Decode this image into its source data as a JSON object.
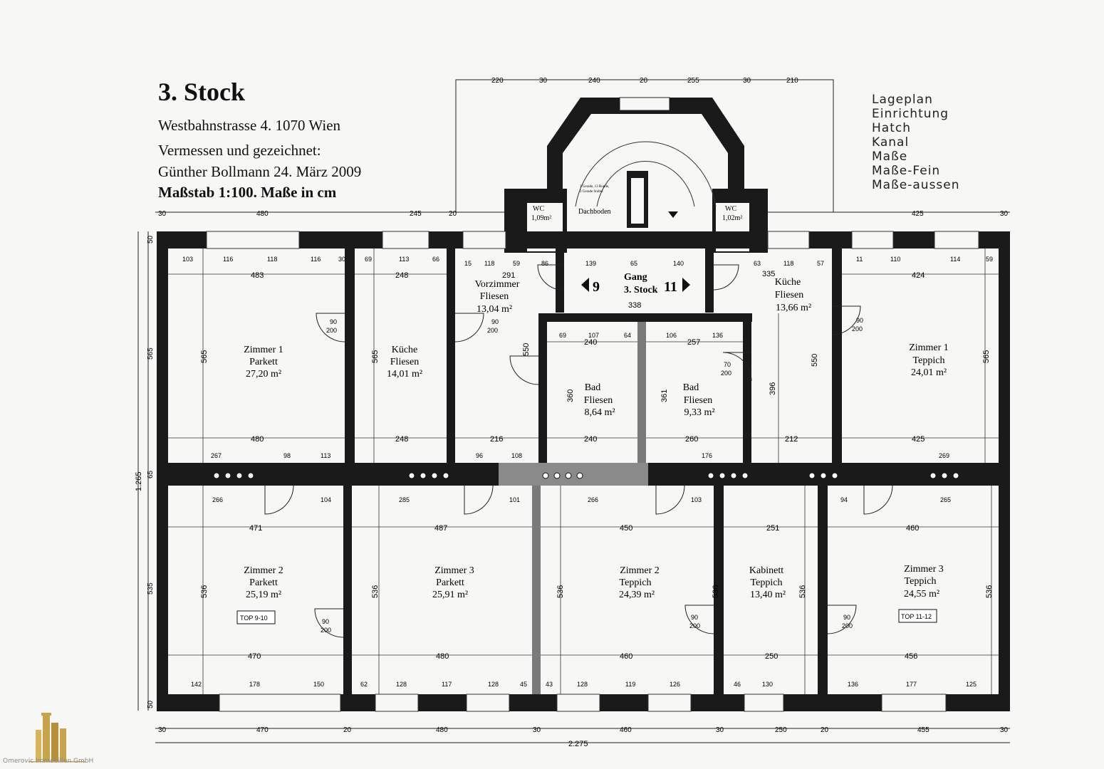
{
  "header": {
    "title": "3. Stock",
    "address": "Westbahnstrasse 4.  1070 Wien",
    "measured_label": "Vermessen und gezeichnet:",
    "author_date": "Günther Bollmann  24. März 2009",
    "scale": "Maßstab  1:100.  Maße in cm"
  },
  "layers": [
    "Lageplan",
    "Einrichtung",
    "Hatch",
    "Kanal",
    "Maße",
    "Maße-Fein",
    "Maße-aussen"
  ],
  "company": "Omerovic Immobilien GmbH",
  "rooms": [
    {
      "name": "Zimmer 1",
      "floor": "Parkett",
      "area": "27,20 m²"
    },
    {
      "name": "Küche",
      "floor": "Fliesen",
      "area": "14,01 m²"
    },
    {
      "name": "Vorzimmer",
      "floor": "Fliesen",
      "area": "13,04 m²"
    },
    {
      "name": "Bad",
      "floor": "Fliesen",
      "area": "8,64 m²"
    },
    {
      "name": "Bad",
      "floor": "Fliesen",
      "area": "9,33 m²"
    },
    {
      "name": "Küche",
      "floor": "Fliesen",
      "area": "13,66 m²"
    },
    {
      "name": "Zimmer 1",
      "floor": "Teppich",
      "area": "24,01 m²"
    },
    {
      "name": "Zimmer 2",
      "floor": "Parkett",
      "area": "25,19 m²"
    },
    {
      "name": "Zimmer 3",
      "floor": "Parkett",
      "area": "25,91 m²"
    },
    {
      "name": "Zimmer 2",
      "floor": "Teppich",
      "area": "24,39 m²"
    },
    {
      "name": "Kabinett",
      "floor": "Teppich",
      "area": "13,40 m²"
    },
    {
      "name": "Zimmer 3",
      "floor": "Teppich",
      "area": "24,55 m²"
    }
  ],
  "small_rooms": [
    {
      "name": "WC",
      "area": "1,09m²"
    },
    {
      "name": "WC",
      "area": "1,02m²"
    },
    {
      "name": "Dachboden",
      "area": ""
    }
  ],
  "stair_note": [
    "3 Gerade, 13 Runde,",
    "3 Gerade Stufen"
  ],
  "corridor": {
    "line1": "Gang",
    "line2": "3. Stock",
    "left_number": "9",
    "right_number": "11",
    "width": "338"
  },
  "tops": [
    "TOP 9-10",
    "TOP 11-12"
  ],
  "dims": {
    "top_ext": [
      "30",
      "480",
      "245",
      "20",
      "425",
      "30"
    ],
    "top_stair": [
      "220",
      "30",
      "240",
      "20",
      "255",
      "30",
      "210"
    ],
    "bottom_ext": [
      "30",
      "470",
      "20",
      "480",
      "30",
      "460",
      "30",
      "250",
      "20",
      "455",
      "30"
    ],
    "total_width": "2.275",
    "total_height": "1.265",
    "left_ext": [
      "50",
      "565",
      "65",
      "535",
      "50"
    ],
    "upper_room_widths": [
      "483",
      "248",
      "291",
      "240",
      "257",
      "335",
      "424"
    ],
    "lower_room_widths": [
      "471",
      "487",
      "450",
      "251",
      "460"
    ],
    "upper_room_bottom": [
      "480",
      "248",
      "216",
      "240",
      "260",
      "212",
      "425"
    ],
    "lower_room_bottom": [
      "470",
      "480",
      "460",
      "250",
      "456"
    ],
    "heights": [
      "565",
      "565",
      "550",
      "360",
      "361",
      "396",
      "550",
      "565",
      "536",
      "536",
      "536",
      "536",
      "536",
      "536"
    ],
    "window_top": [
      "103",
      "116",
      "118",
      "116",
      "30",
      "69",
      "113",
      "66",
      "15",
      "118",
      "59",
      "86",
      "139",
      "65",
      "140",
      "63",
      "118",
      "57",
      "11",
      "110",
      "114",
      "59"
    ],
    "window_bottom": [
      "142",
      "178",
      "150",
      "62",
      "128",
      "117",
      "128",
      "45",
      "43",
      "128",
      "119",
      "126",
      "46",
      "130",
      "136",
      "177",
      "125"
    ],
    "door": [
      "90",
      "200"
    ],
    "door_wc": [
      "70",
      "200"
    ],
    "misc": [
      "266",
      "104",
      "285",
      "101",
      "266",
      "103",
      "94",
      "265",
      "267",
      "98",
      "113",
      "96",
      "108",
      "176",
      "269",
      "69",
      "107",
      "64",
      "106",
      "136"
    ]
  }
}
